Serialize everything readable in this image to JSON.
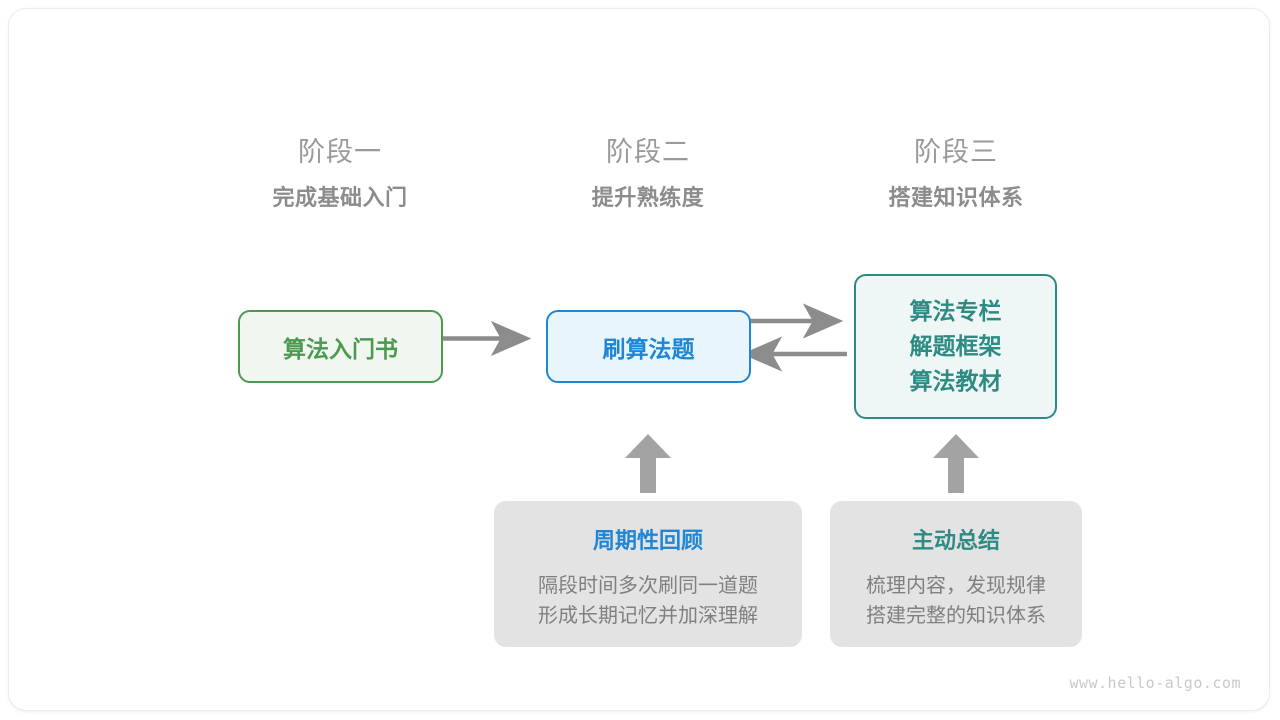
{
  "diagram": {
    "title_watermark": "www.hello-algo.com",
    "colors": {
      "green": "#4c9a4f",
      "blue": "#1f86d6",
      "teal": "#2e8b84",
      "gray_arrow": "#8c8c8c",
      "gray_box": "#e3e3e3",
      "stage_label": "#9a9a9a",
      "stage_sub": "#8c8c8c",
      "body_text": "#808080",
      "watermark": "#c9c9c9"
    },
    "stages": [
      {
        "label": "阶段一",
        "subtitle": "完成基础入门"
      },
      {
        "label": "阶段二",
        "subtitle": "提升熟练度"
      },
      {
        "label": "阶段三",
        "subtitle": "搭建知识体系"
      }
    ],
    "nodes": {
      "book": {
        "label": "算法入门书"
      },
      "practice": {
        "label": "刷算法题"
      },
      "resources": {
        "lines": [
          "算法专栏",
          "解题框架",
          "算法教材"
        ]
      }
    },
    "tips": [
      {
        "title": "周期性回顾",
        "lines": [
          "隔段时间多次刷同一道题",
          "形成长期记忆并加深理解"
        ]
      },
      {
        "title": "主动总结",
        "lines": [
          "梳理内容，发现规律",
          "搭建完整的知识体系"
        ]
      }
    ],
    "arrows": [
      {
        "name": "book-to-practice",
        "direction": "right"
      },
      {
        "name": "practice-to-resources",
        "direction": "right"
      },
      {
        "name": "resources-to-practice",
        "direction": "left"
      },
      {
        "name": "review-to-practice",
        "direction": "up"
      },
      {
        "name": "summary-to-resources",
        "direction": "up"
      }
    ]
  }
}
